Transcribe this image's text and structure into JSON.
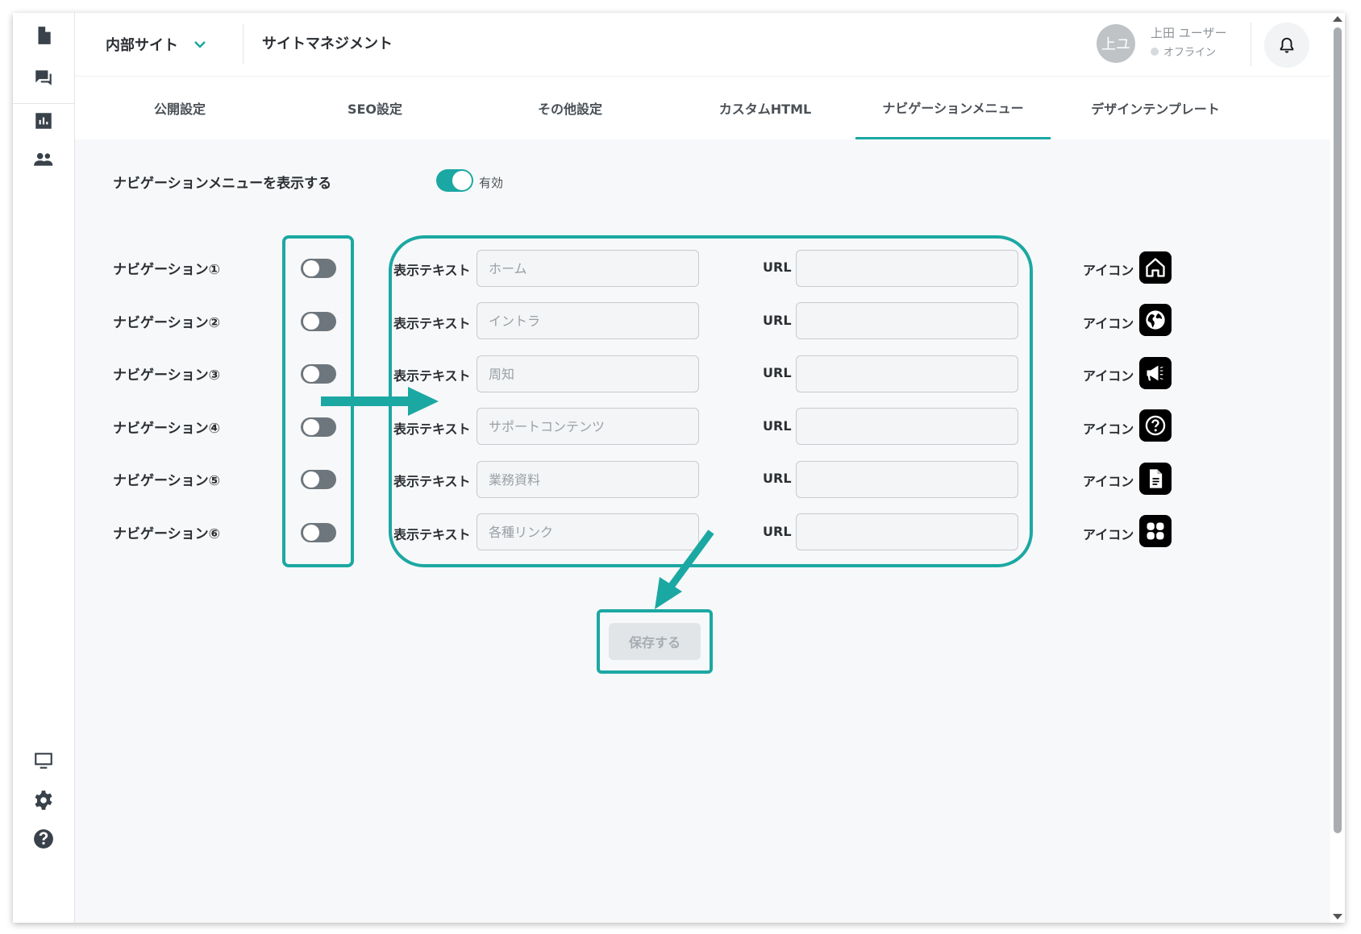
{
  "header": {
    "site_name": "内部サイト",
    "page_title": "サイトマネジメント",
    "user": {
      "avatar_text": "上ユ",
      "name": "上田 ユーザー",
      "status": "オフライン"
    }
  },
  "tabs": [
    {
      "label": "公開設定"
    },
    {
      "label": "SEO設定"
    },
    {
      "label": "その他設定"
    },
    {
      "label": "カスタムHTML"
    },
    {
      "label": "ナビゲーションメニュー",
      "active": true
    },
    {
      "label": "デザインテンプレート"
    }
  ],
  "settings": {
    "show_nav_label": "ナビゲーションメニューを表示する",
    "show_nav_state": "有効",
    "text_label": "表示テキスト",
    "url_label": "URL",
    "icon_label": "アイコン",
    "save_label": "保存する"
  },
  "nav_items": [
    {
      "label": "ナビゲーション①",
      "placeholder": "ホーム",
      "url": "",
      "icon": "home-icon"
    },
    {
      "label": "ナビゲーション②",
      "placeholder": "イントラ",
      "url": "",
      "icon": "globe-icon"
    },
    {
      "label": "ナビゲーション③",
      "placeholder": "周知",
      "url": "",
      "icon": "megaphone-icon"
    },
    {
      "label": "ナビゲーション④",
      "placeholder": "サポートコンテンツ",
      "url": "",
      "icon": "help-icon"
    },
    {
      "label": "ナビゲーション⑤",
      "placeholder": "業務資料",
      "url": "",
      "icon": "document-icon"
    },
    {
      "label": "ナビゲーション⑥",
      "placeholder": "各種リンク",
      "url": "",
      "icon": "grid-icon"
    }
  ],
  "sidebar_icons": [
    "document-icon",
    "chat-icon",
    "chart-icon",
    "users-icon",
    "monitor-icon",
    "gear-icon",
    "help-icon"
  ],
  "colors": {
    "accent": "#1ba8a3",
    "toggle_off": "#6e767d"
  }
}
